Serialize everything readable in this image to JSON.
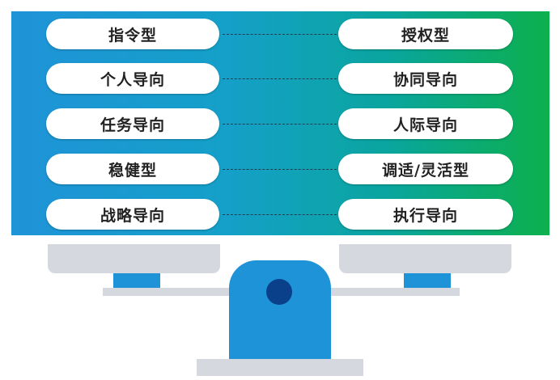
{
  "rows": [
    {
      "left": "指令型",
      "right": "授权型"
    },
    {
      "left": "个人导向",
      "right": "协同导向"
    },
    {
      "left": "任务导向",
      "right": "人际导向"
    },
    {
      "left": "稳健型",
      "right": "调适/灵活型"
    },
    {
      "left": "战略导向",
      "right": "执行导向"
    }
  ],
  "colors": {
    "panel_gradient": [
      "#1f93d8",
      "#0cb04c"
    ],
    "scale_blue": "#1f93d8",
    "scale_gray": "#d5d9df",
    "knob": "#0a3f8a"
  }
}
